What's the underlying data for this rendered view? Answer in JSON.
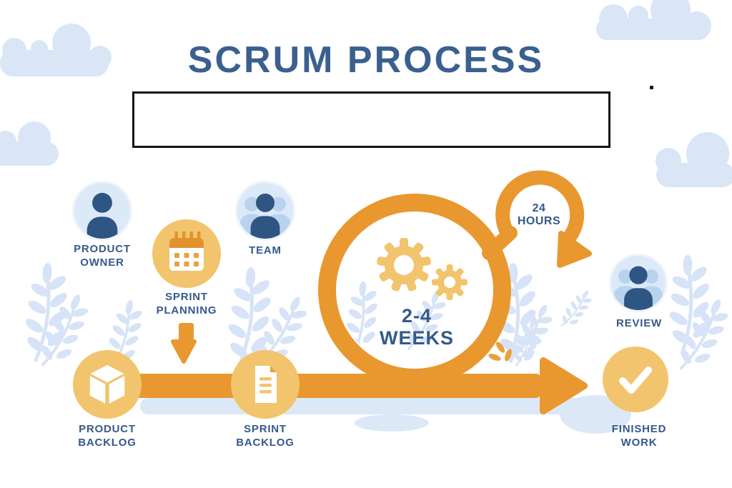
{
  "title": "SCRUM PROCESS",
  "text_box": {
    "value": "",
    "placeholder": ""
  },
  "center": {
    "weeks_line1": "2-4",
    "weeks_line2": "WEEKS",
    "hours_line1": "24",
    "hours_line2": "HOURS"
  },
  "nodes": {
    "product_owner": {
      "line1": "PRODUCT",
      "line2": "OWNER",
      "icon": "person-icon"
    },
    "sprint_planning": {
      "line1": "SPRINT",
      "line2": "PLANNING",
      "icon": "calendar-icon"
    },
    "team": {
      "line1": "TEAM",
      "line2": "",
      "icon": "team-icon"
    },
    "review": {
      "line1": "REVIEW",
      "line2": "",
      "icon": "team-icon"
    },
    "product_backlog": {
      "line1": "PRODUCT",
      "line2": "BACKLOG",
      "icon": "cube-icon"
    },
    "sprint_backlog": {
      "line1": "SPRINT",
      "line2": "BACKLOG",
      "icon": "document-icon"
    },
    "finished_work": {
      "line1": "FINISHED",
      "line2": "WORK",
      "icon": "check-icon"
    }
  },
  "colors": {
    "orange": "#E8982F",
    "gold": "#F2C46D",
    "gold_deep": "#E2922D",
    "navy_text": "#35598B",
    "navy_icon": "#2F5582",
    "title_blue": "#3A608F",
    "light_blue_circle": "#DCE9F8",
    "team_side_blue": "#B9D3EE",
    "decor_blue": "#D7E3F6",
    "shadow_blue": "#DDE8F7",
    "box_border": "#141414"
  }
}
